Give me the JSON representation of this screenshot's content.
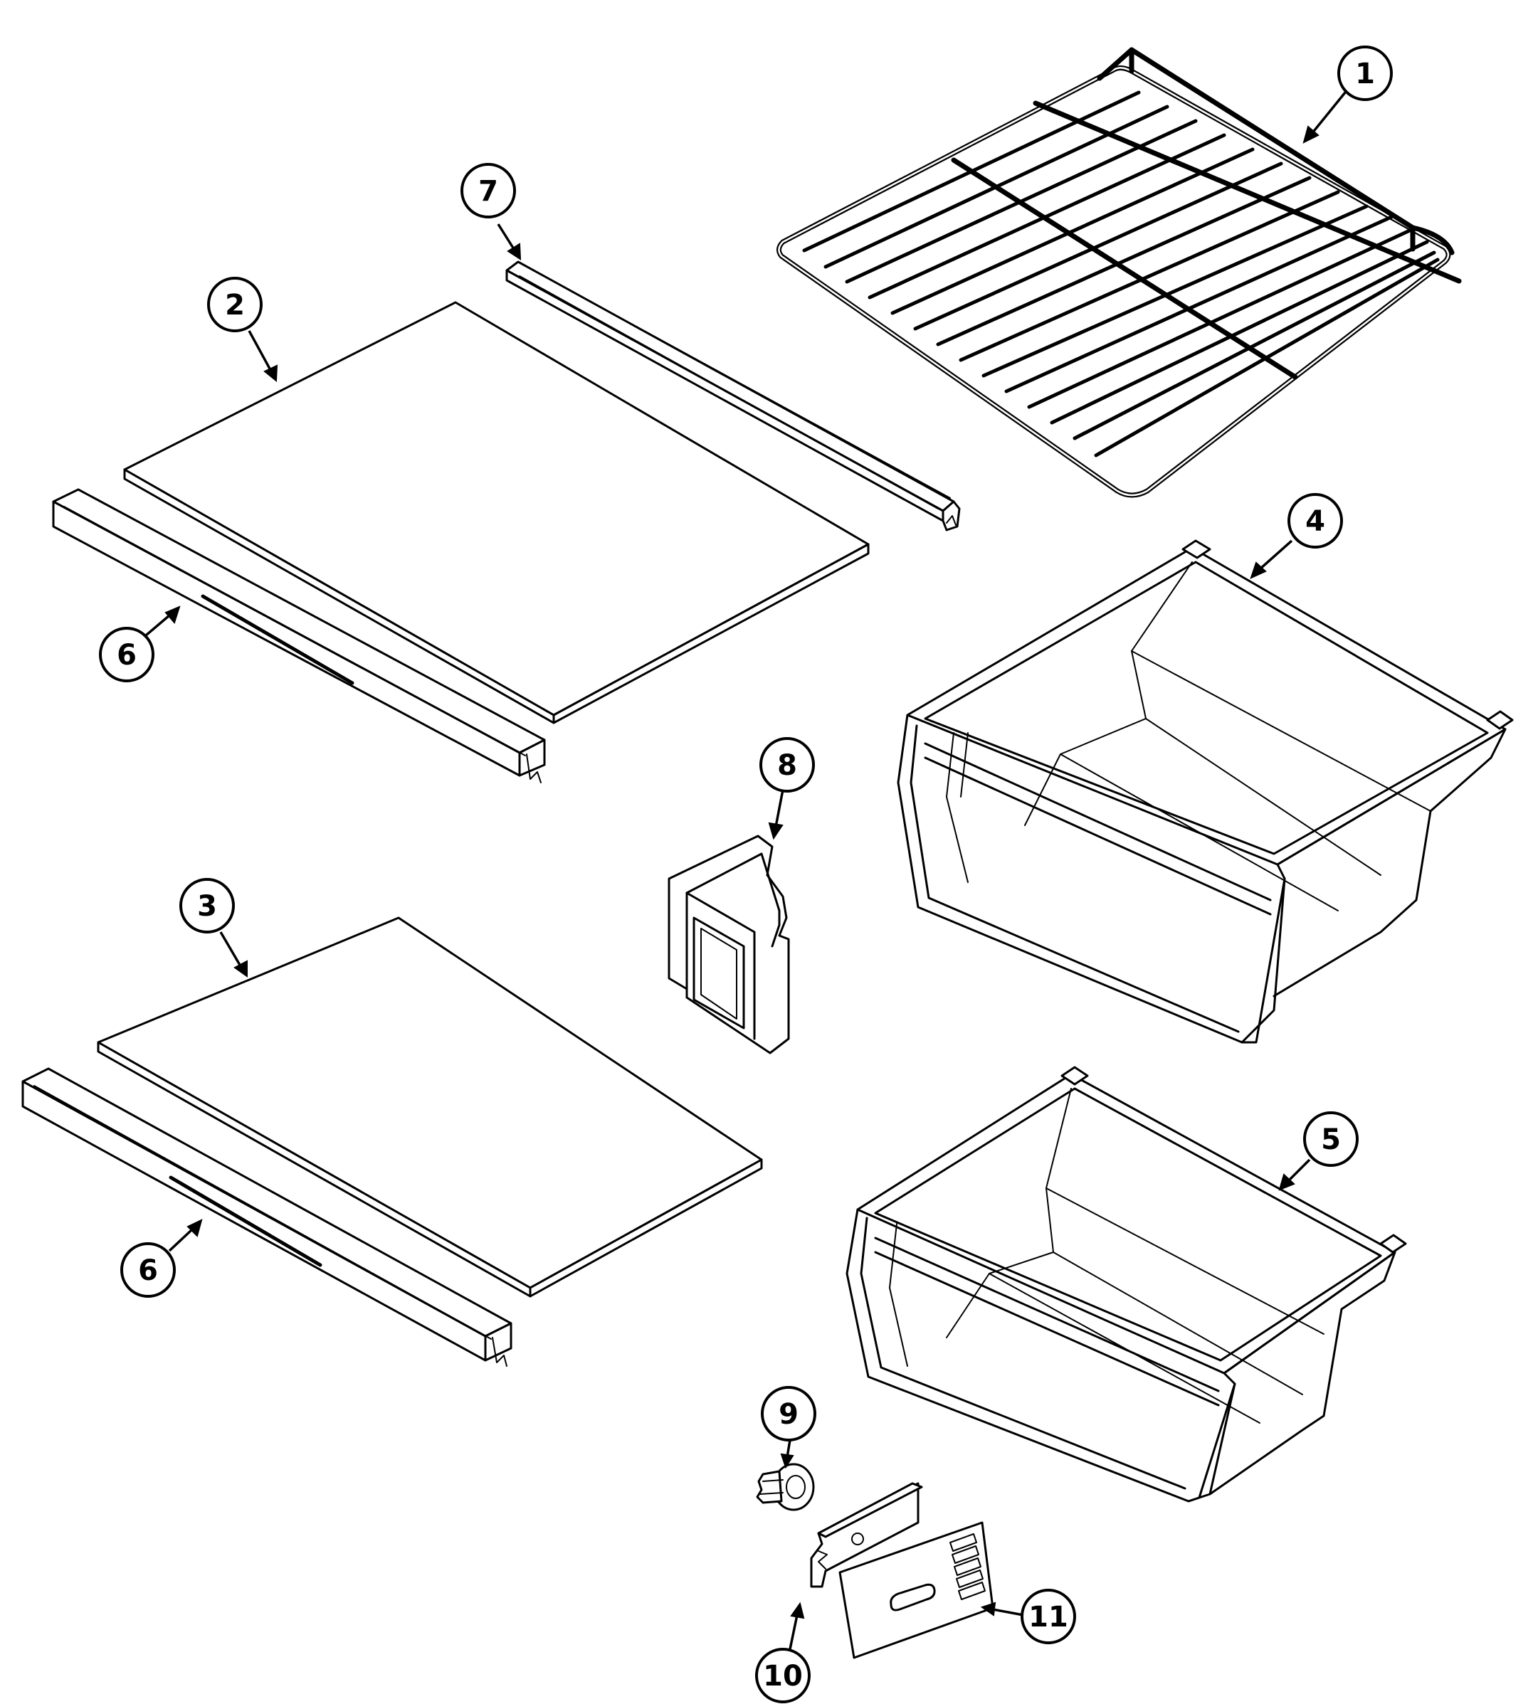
{
  "callouts": [
    {
      "id": "c1",
      "label": "1"
    },
    {
      "id": "c2",
      "label": "2"
    },
    {
      "id": "c3",
      "label": "3"
    },
    {
      "id": "c4",
      "label": "4"
    },
    {
      "id": "c5",
      "label": "5"
    },
    {
      "id": "c6a",
      "label": "6"
    },
    {
      "id": "c6b",
      "label": "6"
    },
    {
      "id": "c7",
      "label": "7"
    },
    {
      "id": "c8",
      "label": "8"
    },
    {
      "id": "c9",
      "label": "9"
    },
    {
      "id": "c10",
      "label": "10"
    },
    {
      "id": "c11",
      "label": "11"
    }
  ]
}
